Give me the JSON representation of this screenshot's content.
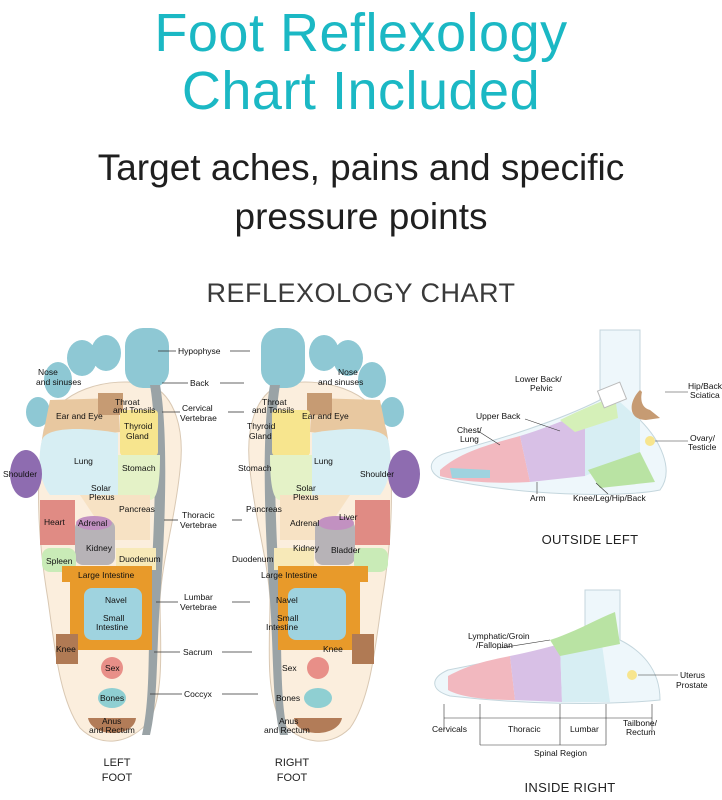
{
  "header": {
    "title_line1": "Foot Reflexology",
    "title_line2": "Chart Included",
    "subtitle_line1": "Target aches, pains and specific",
    "subtitle_line2": "pressure points"
  },
  "chart": {
    "title": "REFLEXOLOGY CHART",
    "left_foot_caption_1": "LEFT",
    "left_foot_caption_2": "FOOT",
    "right_foot_caption_1": "RIGHT",
    "right_foot_caption_2": "FOOT",
    "outside_left_caption": "OUTSIDE LEFT",
    "inside_right_caption": "INSIDE RIGHT"
  },
  "center_labels": {
    "hypophyse": "Hypophyse",
    "back": "Back",
    "cervical_1": "Cervical",
    "cervical_2": "Vertebrae",
    "thoracic_1": "Thoracic",
    "thoracic_2": "Vertebrae",
    "lumbar_1": "Lumbar",
    "lumbar_2": "Vertebrae",
    "sacrum": "Sacrum",
    "coccyx": "Coccyx"
  },
  "foot_zones": {
    "nose_1": "Nose",
    "nose_2": "and sinuses",
    "ear_eye": "Ear and Eye",
    "throat_1": "Throat",
    "throat_2": "and Tonsils",
    "thyroid_1": "Thyroid",
    "thyroid_2": "Gland",
    "lung": "Lung",
    "shoulder": "Shoulder",
    "stomach": "Stomach",
    "solar_1": "Solar",
    "solar_2": "Plexus",
    "pancreas": "Pancreas",
    "heart": "Heart",
    "liver": "Liver",
    "adrenal": "Adrenal",
    "kidney": "Kidney",
    "spleen": "Spleen",
    "bladder": "Bladder",
    "duodenum": "Duodenum",
    "large_intestine": "Large Intestine",
    "navel": "Navel",
    "small_1": "Small",
    "small_2": "Intestine",
    "knee": "Knee",
    "sex": "Sex",
    "bones": "Bones",
    "anus_1": "Anus",
    "anus_2": "and Rectum"
  },
  "outside_labels": {
    "lower_back_1": "Lower Back/",
    "lower_back_2": "Pelvic",
    "hip_1": "Hip/Back",
    "hip_2": "Sciatica",
    "upper_back": "Upper Back",
    "chest_1": "Chest/",
    "chest_2": "Lung",
    "ovary_1": "Ovary/",
    "ovary_2": "Testicle",
    "arm": "Arm",
    "knee_leg": "Knee/Leg/Hip/Back"
  },
  "inside_labels": {
    "lymph_1": "Lymphatic/Groin",
    "lymph_2": "/Fallopian",
    "uterus_1": "Uterus",
    "uterus_2": "Prostate",
    "cervicals": "Cervicals",
    "thoracic": "Thoracic",
    "lumbar": "Lumbar",
    "tailbone_1": "Tailbone/",
    "tailbone_2": "Rectum",
    "spinal_region": "Spinal Region"
  },
  "colors": {
    "title": "#1bb8c4",
    "toe": "#8ec8d4",
    "spine": "#9aa3a6",
    "lung": "#d7eef3",
    "shoulder": "#8e6cb0",
    "stomach": "#e4f2c7",
    "pancreas": "#f7e2c4",
    "heart": "#e08b84",
    "liver": "#e08b84",
    "adrenal": "#c291c1",
    "kidney": "#b7b3b7",
    "spleen": "#c9ebb7",
    "duodenum": "#f7e9b8",
    "large_intestine": "#e89a2a",
    "small_intestine": "#9fd3df",
    "knee": "#b07a54",
    "sex": "#e88f88",
    "bones": "#8fcfd2",
    "anus": "#b27c58",
    "ear_eye": "#e8c8a0",
    "throat": "#c69b73",
    "thyroid": "#f7e58e",
    "heel": "#fbeedd"
  }
}
